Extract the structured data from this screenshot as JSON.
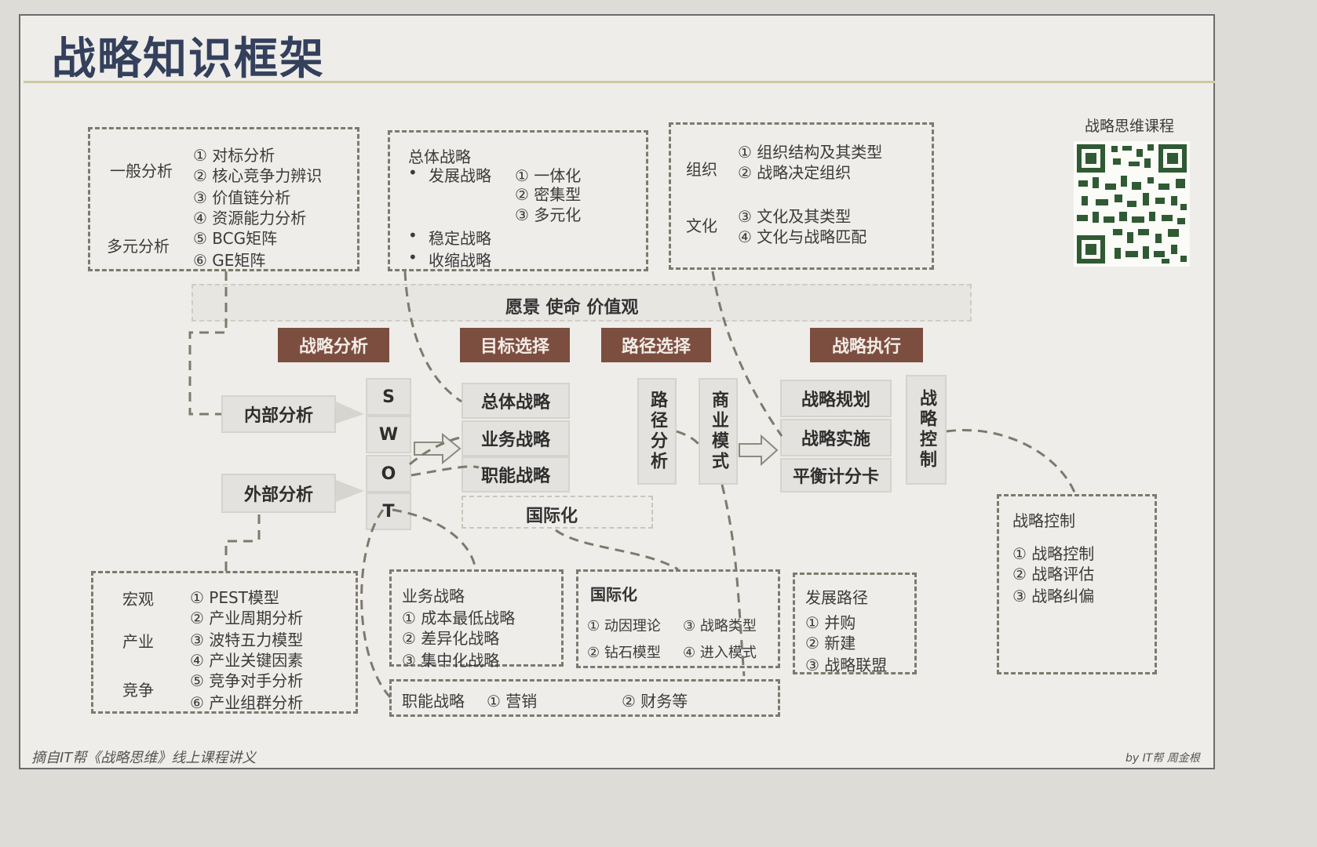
{
  "title": "战略知识框架",
  "footer": {
    "source": "摘自IT帮《战略思维》线上课程讲义",
    "author": "by IT帮 周金根"
  },
  "qr": {
    "caption": "战略思维课程"
  },
  "center": {
    "band": "愿景 使命 价值观",
    "headers": [
      "战略分析",
      "目标选择",
      "路径选择",
      "战略执行"
    ],
    "internal": "内部分析",
    "external": "外部分析",
    "swot": [
      "S",
      "W",
      "O",
      "T"
    ],
    "goals": [
      "总体战略",
      "业务战略",
      "职能战略"
    ],
    "intl": "国际化",
    "path_analysis": "路径分析",
    "business_model": "商业模式",
    "execution": [
      "战略规划",
      "战略实施",
      "平衡计分卡"
    ],
    "control": "战略控制"
  },
  "box_analysis": {
    "group1": "一般分析",
    "group2": "多元分析",
    "items": [
      "① 对标分析",
      "② 核心竞争力辨识",
      "③ 价值链分析",
      "④ 资源能力分析",
      "⑤ BCG矩阵",
      "⑥ GE矩阵"
    ]
  },
  "box_overall": {
    "heading": "总体战略",
    "b1": "发展战略",
    "b1_items": [
      "① 一体化",
      "② 密集型",
      "③ 多元化"
    ],
    "b2": "稳定战略",
    "b3": "收缩战略",
    "bullet": "•"
  },
  "box_org": {
    "g1": "组织",
    "g2": "文化",
    "items": [
      "① 组织结构及其类型",
      "② 战略决定组织",
      "③ 文化及其类型",
      "④ 文化与战略匹配"
    ]
  },
  "box_env": {
    "g1": "宏观",
    "g2": "产业",
    "g3": "竞争",
    "items": [
      "① PEST模型",
      "② 产业周期分析",
      "③ 波特五力模型",
      "④ 产业关键因素",
      "⑤ 竞争对手分析",
      "⑥ 产业组群分析"
    ]
  },
  "box_business": {
    "heading": "业务战略",
    "items": [
      "① 成本最低战略",
      "② 差异化战略",
      "③ 集中化战略"
    ]
  },
  "box_intl": {
    "heading": "国际化",
    "items": [
      "① 动因理论",
      "③ 战略类型",
      "② 钻石模型",
      "④ 进入模式"
    ]
  },
  "box_dev": {
    "heading": "发展路径",
    "items": [
      "① 并购",
      "② 新建",
      "③ 战略联盟"
    ]
  },
  "box_control": {
    "heading": "战略控制",
    "items": [
      "① 战略控制",
      "② 战略评估",
      "③ 战略纠偏"
    ]
  },
  "box_func": {
    "heading": "职能战略",
    "i1": "① 营销",
    "i2": "② 财务等"
  },
  "colors": {
    "header_brown": "#7c4e40",
    "title_navy": "#34405c",
    "dash": "#7d7a6d"
  }
}
